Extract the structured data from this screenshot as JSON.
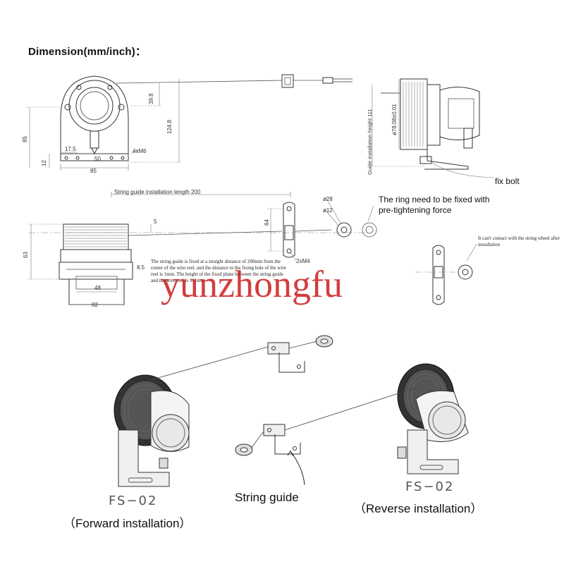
{
  "heading": "Dimension(mm/inch)：",
  "dims": {
    "d39_8": "39.8",
    "d124_8": "124.8",
    "d85_left": "85",
    "d12": "12",
    "d17_5": "17.5",
    "d50": "50",
    "d85_bottom": "85",
    "m6": "4xM6",
    "guide_height": "Guide installation height 111",
    "dia78": "ø78.08±0.01",
    "guide_length": "String guide installation length 200",
    "d5": "5",
    "d63": "63",
    "d64": "64",
    "d8_5": "8.5",
    "d48": "48",
    "d82": "82",
    "dia28": "ø28",
    "dia12": "ø12",
    "m4": "2xM4"
  },
  "notes": {
    "fix_bolt": "fix bolt",
    "ring_note": "The ring need to be fixed with pre-tightening force",
    "contact_note": "It can't contact with the string wheel after installation",
    "guide_note": "The string guide is fixed at a straight distance of 200mm from the center of the wire reel, and the distance to the fixing hole of the wire reel is 1mm. The height of the fixed plane between the string guide and the wire reel is 111mm"
  },
  "captions": {
    "forward_model": "FS−02",
    "forward_label": "（Forward installation）",
    "guide_label": "String guide",
    "reverse_model": "FS−02",
    "reverse_label": "（Reverse installation）"
  },
  "watermark": "yunzhongfu"
}
